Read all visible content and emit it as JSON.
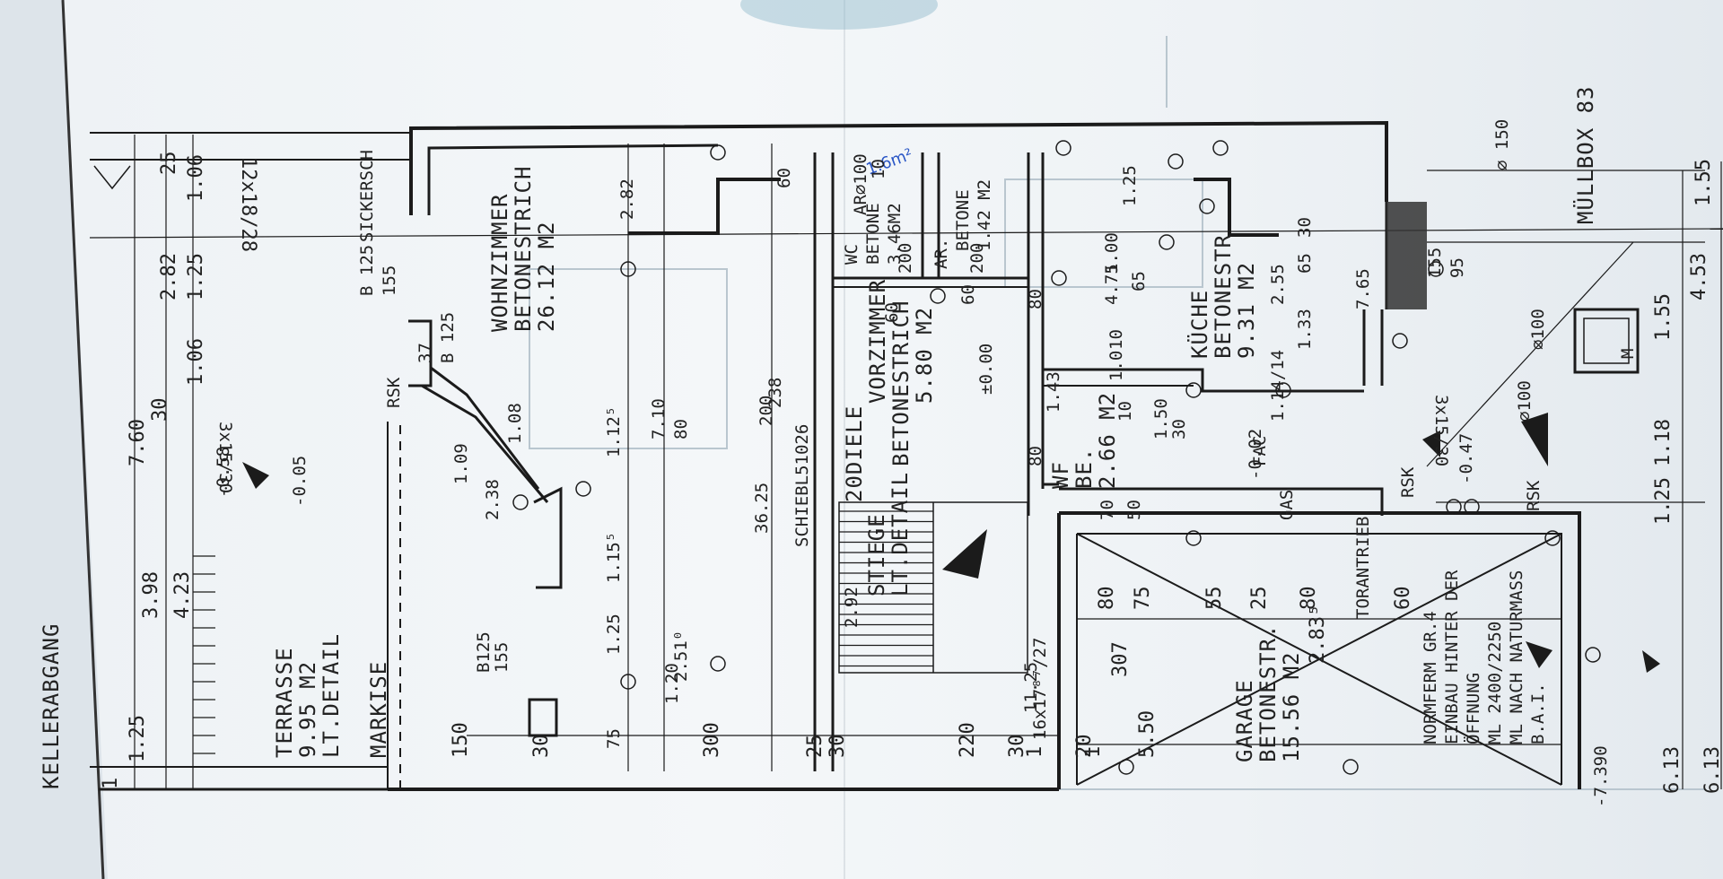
{
  "rooms": {
    "wohnzimmer": {
      "name": "WOHNZIMMER",
      "floor": "BETONESTRICH",
      "area": "26.12 M2"
    },
    "terrasse": {
      "name": "TERRASSE",
      "area": "9.95 M2",
      "detail": "LT.DETAIL",
      "markise": "MARKISE"
    },
    "vorzimmer": {
      "name": "VORZIMMER",
      "floor": "BETONESTRICH",
      "area": "5.80 M2",
      "diele": "20DIELE"
    },
    "wc": {
      "name": "WC",
      "floor": "BETONE",
      "area": "3.46M2"
    },
    "ar": {
      "name": "AR.",
      "floor": "BETONE",
      "area": "1.42 M2"
    },
    "kueche": {
      "name": "KÜCHE",
      "floor": "BETONESTR",
      "area": "9.31 M2"
    },
    "wf": {
      "name": "WF",
      "floor": "BE.",
      "area": "2.66 M2"
    },
    "garage": {
      "name": "GARAGE",
      "floor": "BETONESTR.",
      "area": "15.56 M2"
    },
    "stiege": {
      "name": "STIEGE",
      "detail": "LT.DETAIL"
    }
  },
  "labels": {
    "kellerabgang": "KELLERABGANG",
    "muellbox": "MÜLLBOX 83",
    "sickersch": "SICKERSCH",
    "torantrieb": "TORANTRIEB",
    "stairs_outer": "12x18/28",
    "stairs_main": "16x17⁸⁷/27",
    "stairs_small_1": "3x15/30",
    "stairs_small_2": "3x15/30",
    "garage_note": [
      "NORMFERM GR.4",
      "EINBAU HINTER DER",
      "ÖFFNUNG",
      "ML 2400/2250",
      "ML NACH NATURMASS",
      "B.A.I."
    ],
    "handwritten_area": "1.6m²",
    "rsk_1": "RSK",
    "rsk_2": "RSK",
    "rsk_3": "RSK",
    "gas": "GAS",
    "fac": "FAC",
    "schiebe": "SCHIEBL51026",
    "level_0": "±0.00",
    "level_m005": "-0.05",
    "level_m058": "-0.58",
    "level_m047": "-0.47",
    "level_m002": "-0.02",
    "level_7390": "-7.390",
    "m_label": "M",
    "ar100": "AR⌀100",
    "d100": "⌀100",
    "d150": "⌀ 150",
    "d100b": "⌀100"
  },
  "dimensions": {
    "left_col": [
      "25",
      "1.06",
      "2.82",
      "1.25",
      "1.06",
      "30",
      "7.60",
      "3.98",
      "4.23",
      "1.25",
      "1"
    ],
    "right_col": [
      "1.55",
      "4.53",
      "1.55",
      "1.18",
      "1.25",
      "6.13",
      "6.13"
    ],
    "bottom_row": [
      "150",
      "30",
      "300",
      "25",
      "30",
      "220",
      "30",
      "1",
      "20",
      "1",
      "5.50"
    ],
    "garage_row": [
      "307",
      "80",
      "75",
      "55",
      "25",
      "80",
      "60",
      "2.83⁵"
    ],
    "misc": [
      "2.82",
      "7.10",
      "1.12⁵",
      "1.15⁵",
      "1.25",
      "75",
      "1.20",
      "2.51⁰",
      "36.25",
      "2.92",
      "238",
      "200",
      "80",
      "1.09",
      "2.38",
      "1.08",
      "60",
      "200",
      "60",
      "200",
      "80",
      "80",
      "11.25",
      "37",
      "B 125",
      "155",
      "B 125",
      "155",
      "B125",
      "155",
      "95",
      "10",
      "4.75",
      "1.00",
      "65",
      "1.25",
      "2.55",
      "65",
      "30",
      "1.33",
      "7.65",
      "1.43",
      "10",
      "1.50",
      "30",
      "1.14/14",
      "1.0",
      "70",
      "50",
      "10",
      "60"
    ]
  },
  "colors": {
    "ink": "#1b1b1b",
    "paper": "#f2f5f7",
    "ghost": "#b9c6cf",
    "handwriting": "#2a56c6"
  }
}
